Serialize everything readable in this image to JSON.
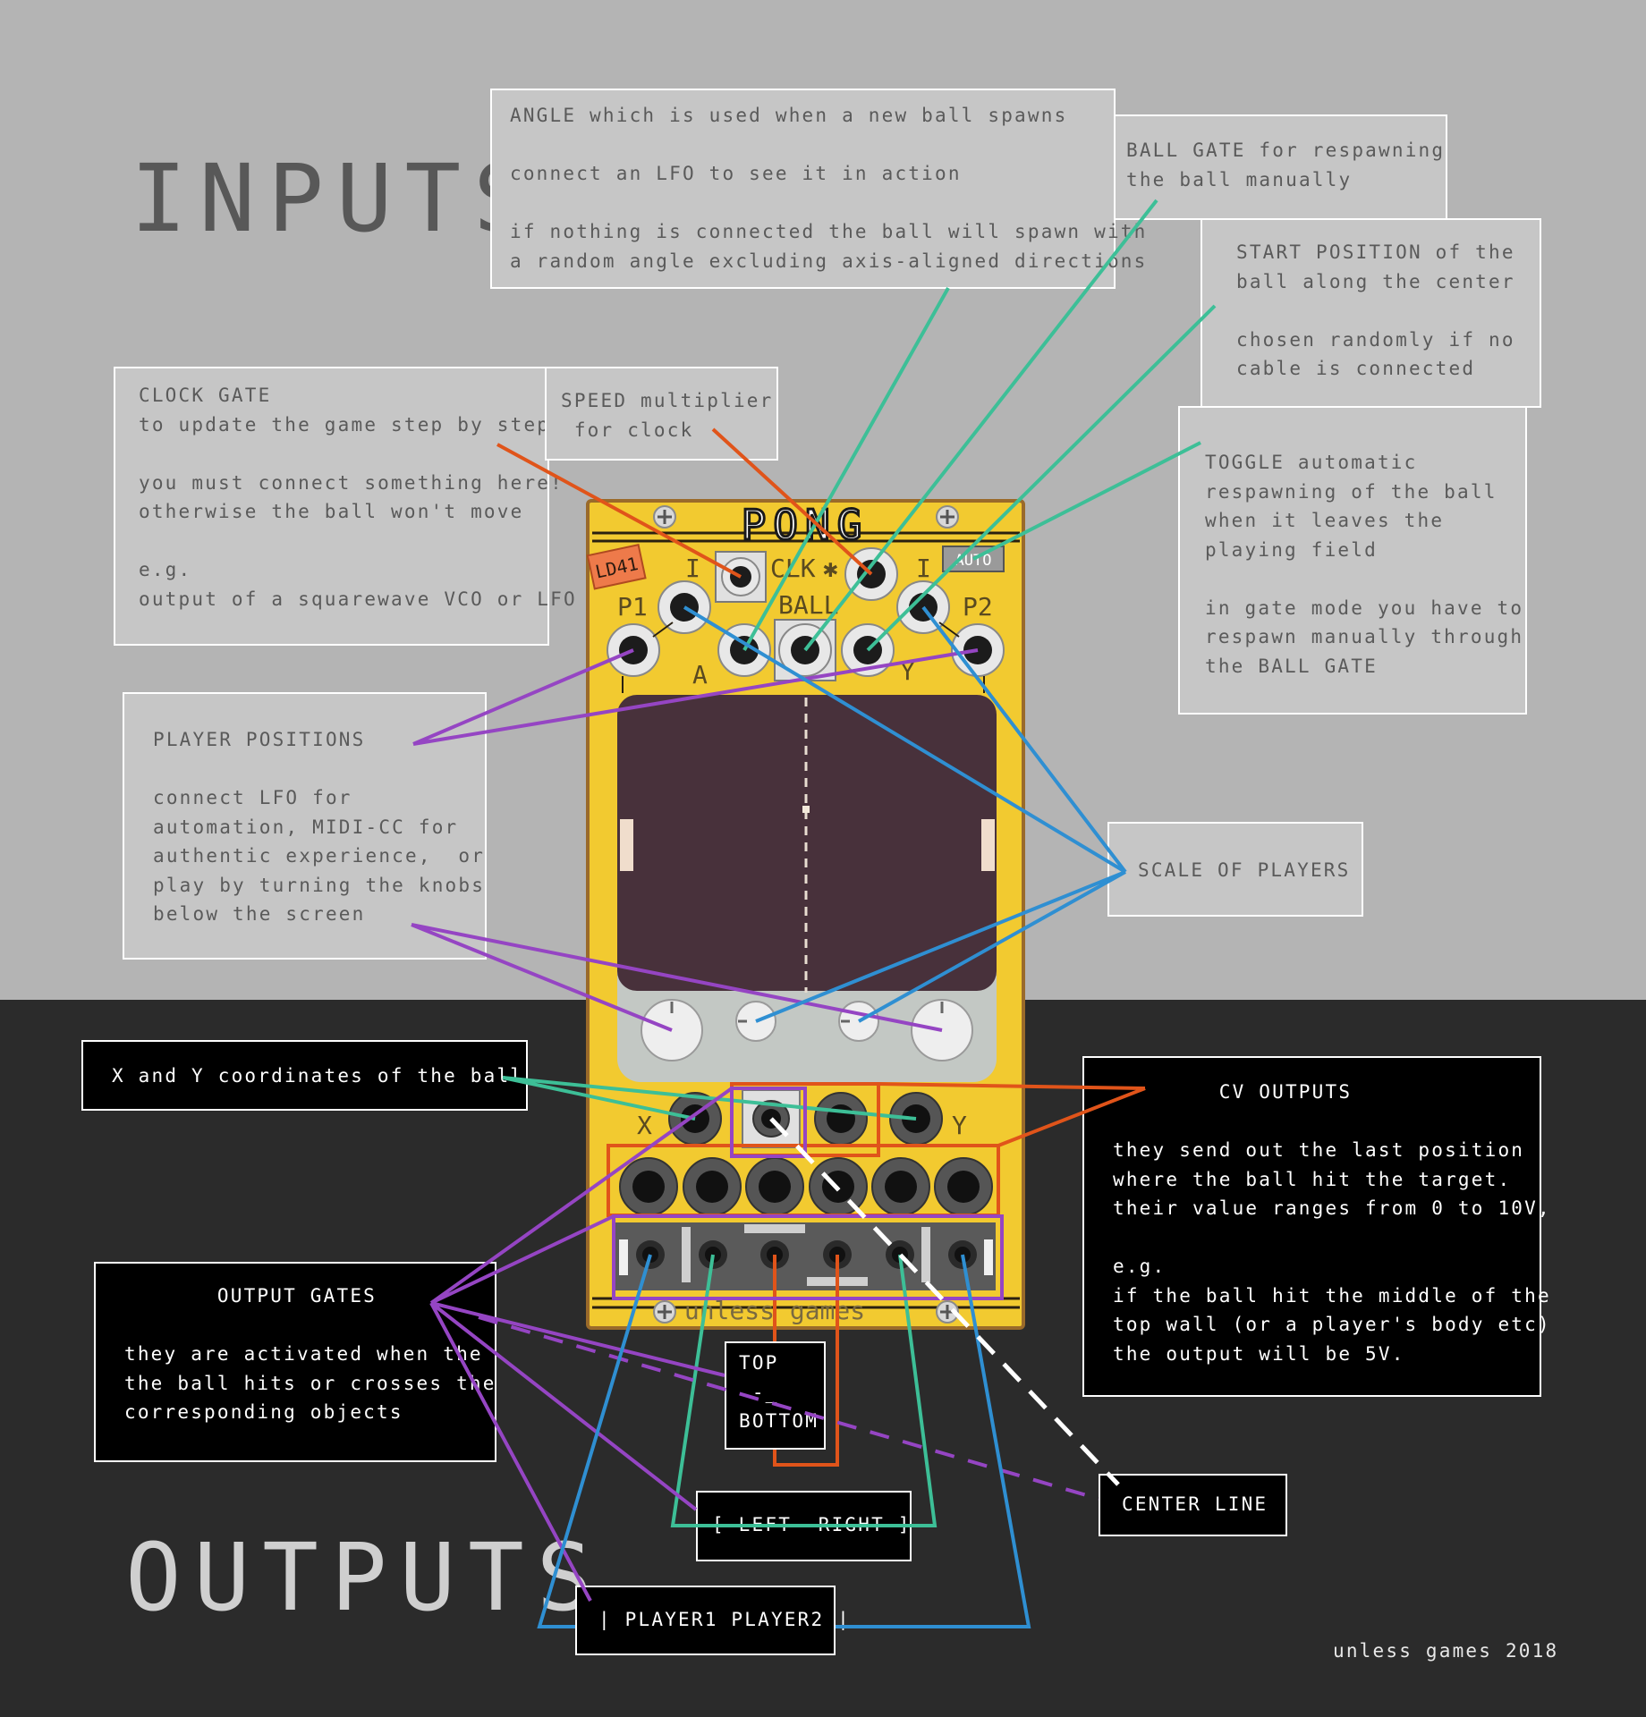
{
  "headings": {
    "inputs": "INPUTS",
    "outputs": "OUTPUTS"
  },
  "module": {
    "logo": "PONG",
    "sticker": "LD41",
    "auto_label": "AUTO",
    "brand": "unless  games",
    "labels": {
      "clk": "CLK",
      "clk_star": "✱",
      "ball": "BALL",
      "p1": "P1",
      "p2": "P2",
      "a": "A",
      "y_in": "Y",
      "i_left": "I",
      "i_right": "I",
      "i_knob_left": "I",
      "i_knob_right": "I",
      "x_out": "X",
      "y_out": "Y"
    }
  },
  "annotations": {
    "angle": [
      "ANGLE which is used when a new ball spawns",
      "",
      "connect an LFO to see it in action",
      "",
      "if nothing is connected the ball will spawn with",
      "a random angle excluding axis-aligned directions"
    ],
    "ball_gate": [
      "BALL GATE for respawning",
      "the ball manually"
    ],
    "start_position": [
      "START POSITION of the",
      "ball along the center",
      "",
      "chosen randomly if no",
      "cable is connected"
    ],
    "clock_gate": [
      "CLOCK GATE",
      "to update the game step by step",
      "",
      "you must connect something here!",
      "otherwise the ball won't move",
      "",
      "e.g.",
      "output of a squarewave VCO or LFO"
    ],
    "speed": [
      "SPEED multiplier",
      " for clock"
    ],
    "toggle": [
      "TOGGLE automatic",
      "respawning of the ball",
      "when it leaves the",
      "playing field",
      "",
      "in gate mode you have to",
      "respawn manually through",
      "the BALL GATE"
    ],
    "player_positions": [
      "PLAYER POSITIONS",
      "",
      "connect LFO for",
      "automation, MIDI-CC for",
      "authentic experience,  or",
      "play by turning the knobs",
      "below the screen"
    ],
    "scale": [
      "SCALE OF PLAYERS"
    ],
    "xy": [
      "X and Y coordinates of the ball"
    ],
    "cv_outputs": [
      "        CV OUTPUTS",
      "",
      "they send out the last position",
      "where the ball hit the target.",
      "their value ranges from 0 to 10V,",
      "",
      "e.g.",
      "if the ball hit the middle of the",
      "top wall (or a player's body etc)",
      "the output will be 5V."
    ],
    "output_gates": [
      "       OUTPUT GATES",
      "",
      "they are activated when the",
      "the ball hits or crosses the",
      "corresponding objects"
    ],
    "top_bottom": [
      "TOP",
      " -_",
      "BOTTOM"
    ],
    "center_line": [
      "CENTER LINE"
    ],
    "left_right": [
      "[ LEFT  RIGHT ]"
    ],
    "players": [
      "| PLAYER1 PLAYER2 |"
    ]
  },
  "credit": "unless games 2018",
  "colors": {
    "top_bg": "#b4b4b4",
    "bottom_bg": "#2b2b2b",
    "panel": "#f2ca30",
    "screen": "#48313b",
    "teal": "#3dbf97",
    "orange": "#e0541a",
    "purple": "#9545c3",
    "blue": "#2f8fd2"
  }
}
